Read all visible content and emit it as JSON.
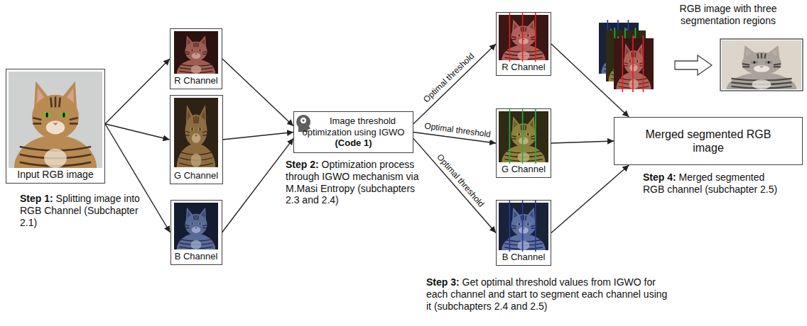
{
  "diagram": {
    "nodes": [
      {
        "text": [
          "Input RGB image"
        ]
      },
      {
        "text": [
          "R Channel"
        ]
      },
      {
        "text": [
          "G Channel"
        ]
      },
      {
        "text": [
          "B Channel"
        ]
      },
      {
        "text": [
          "Image threshold optimization using IGWO",
          "(Code 1)"
        ]
      },
      {
        "text": [
          "R Channel"
        ]
      },
      {
        "text": [
          "G Channel"
        ]
      },
      {
        "text": [
          "B Channel"
        ]
      },
      {
        "text": [
          "Merged segmented RGB image"
        ]
      }
    ],
    "edges": [
      {
        "from": 0,
        "to": 1,
        "arrow": "to"
      },
      {
        "from": 0,
        "to": 2,
        "arrow": "to"
      },
      {
        "from": 0,
        "to": 3,
        "arrow": "to"
      },
      {
        "from": 1,
        "to": 4,
        "arrow": "to"
      },
      {
        "from": 2,
        "to": 4,
        "arrow": "to"
      },
      {
        "from": 3,
        "to": 4,
        "arrow": "to"
      },
      {
        "from": 4,
        "to": 5,
        "label": "Optimal threshold",
        "arrow": "to"
      },
      {
        "from": 4,
        "to": 6,
        "label": "Optimal threshold",
        "arrow": "to"
      },
      {
        "from": 4,
        "to": 7,
        "label": "Optimal threshold",
        "arrow": "to"
      },
      {
        "from": 5,
        "to": 8,
        "arrow": "to"
      },
      {
        "from": 6,
        "to": 8,
        "arrow": "to"
      },
      {
        "from": 7,
        "to": 8,
        "arrow": "to"
      }
    ],
    "labels": [
      "RGB image with three segmentation regions",
      "Step 1:",
      "Splitting image into RGB Channel (Subchapter 2.1)",
      "Step 2:",
      "Optimization process through IGWO mechanism via M.Masi Entropy (subchapters 2.3 and 2.4)",
      "Step 3:",
      "Get optimal threshold values from IGWO for each channel and start to segment each channel using it (subchapters 2.4 and 2.5)",
      "Step 4:",
      "Merged segmented RGB channel (subchapter 2.5)"
    ]
  }
}
